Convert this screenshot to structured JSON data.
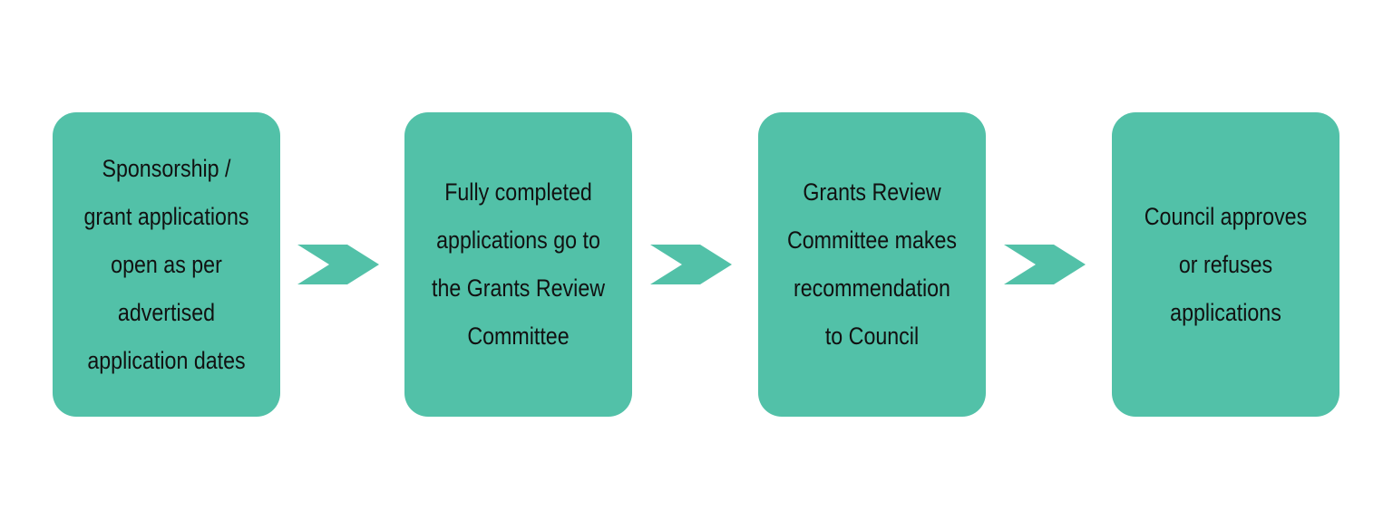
{
  "colors": {
    "box_fill": "#52c1a8",
    "arrow_fill": "#52c1a8",
    "text": "#111111",
    "background": "#ffffff"
  },
  "steps": [
    {
      "text": "Sponsorship / grant applications open as per advertised application dates"
    },
    {
      "text": "Fully completed applications go to the Grants Review Committee"
    },
    {
      "text": "Grants Review Committee makes recommendation to Council"
    },
    {
      "text": "Council approves or refuses applications"
    }
  ],
  "connectors": [
    {
      "icon": "chevron-right-icon"
    },
    {
      "icon": "chevron-right-icon"
    },
    {
      "icon": "chevron-right-icon"
    }
  ]
}
